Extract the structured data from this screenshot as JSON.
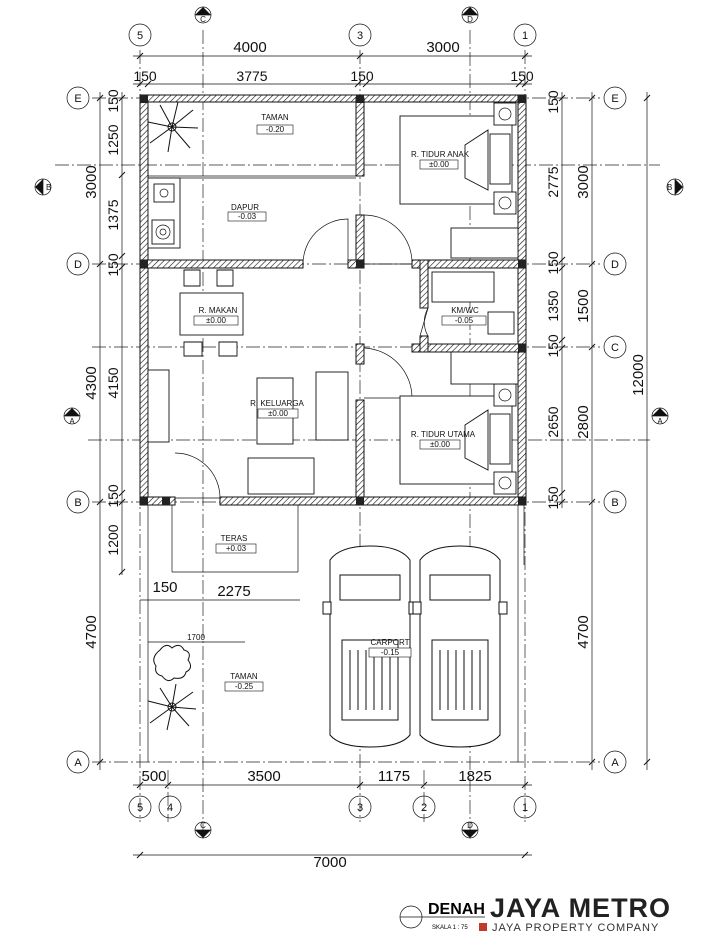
{
  "rooms": {
    "taman_top": {
      "name": "TAMAN",
      "level": "-0.20"
    },
    "dapur": {
      "name": "DAPUR",
      "level": "-0.03"
    },
    "tidur_anak": {
      "name": "R. TIDUR ANAK",
      "level": "±0.00"
    },
    "makan": {
      "name": "R. MAKAN",
      "level": "±0.00"
    },
    "kmwc": {
      "name": "KM/WC",
      "level": "-0.05"
    },
    "keluarga": {
      "name": "R. KELUARGA",
      "level": "±0.00"
    },
    "tidur_utama": {
      "name": "R. TIDUR UTAMA",
      "level": "±0.00"
    },
    "teras": {
      "name": "TERAS",
      "level": "+0.03"
    },
    "carport": {
      "name": "CARPORT",
      "level": "-0.15"
    },
    "taman_bottom": {
      "name": "TAMAN",
      "level": "-0.25"
    }
  },
  "grid_columns": {
    "c5": "5",
    "c4": "4",
    "c3": "3",
    "c2": "2",
    "c1": "1"
  },
  "grid_rows": {
    "e": "E",
    "d": "D",
    "c": "C",
    "b": "B",
    "a": "A"
  },
  "section_marks": {
    "c": "C",
    "d": "D",
    "b": "B",
    "a": "A"
  },
  "dimensions": {
    "top_4000": "4000",
    "top_3000": "3000",
    "top_150a": "150",
    "top_3775": "3775",
    "top_150b": "150",
    "top_150c": "150",
    "l_150a": "150",
    "l_1250": "1250",
    "l_1375": "1375",
    "l_150b": "150",
    "l_4150": "4150",
    "l_150c": "150",
    "l_1200": "1200",
    "l_3000": "3000",
    "l_4300": "4300",
    "l_4700": "4700",
    "r_150a": "150",
    "r_2775": "2775",
    "r_150b": "150",
    "r_1350": "1350",
    "r_150c": "150",
    "r_2650": "2650",
    "r_150d": "150",
    "r_3000": "3000",
    "r_1500": "1500",
    "r_2800": "2800",
    "r_4700": "4700",
    "r_12000": "12000",
    "teras_150": "150",
    "teras_2275": "2275",
    "taman_1700": "1700",
    "b_500": "500",
    "b_3500": "3500",
    "b_1175": "1175",
    "b_1825": "1825",
    "b_7000": "7000"
  },
  "title_block": {
    "denah": "DENAH",
    "scale": "SKALA 1 : 75",
    "company": "JAYA METRO",
    "company_sub": "JAYA PROPERTY COMPANY"
  }
}
